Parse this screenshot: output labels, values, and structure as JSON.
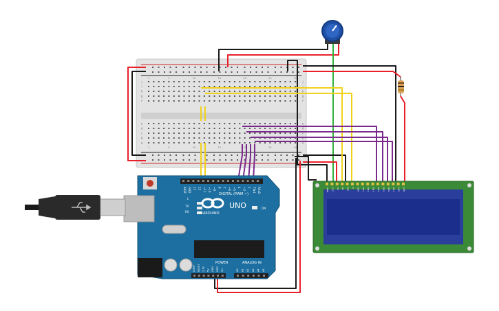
{
  "colors": {
    "background": "#ffffff",
    "breadboard": "#e3e3e3",
    "breadboard_dark": "#cfcfcf",
    "rail_red": "#d32626",
    "rail_black": "#222222",
    "arduino_blue": "#1c6fa0",
    "arduino_text": "#ffffff",
    "lcd_pcb": "#3b8a37",
    "lcd_screen": "#1b2e8c",
    "wire_red": "#e8202a",
    "wire_black": "#1a1a1a",
    "wire_yellow": "#f0d21a",
    "wire_green": "#2fb23a",
    "wire_purple": "#7a2a8c",
    "pot_blue": "#1f4fa6"
  },
  "breadboard": {
    "column_labels_top": [
      "1",
      "",
      "",
      "",
      "5",
      "",
      "",
      "",
      "",
      "10",
      "",
      "",
      "",
      "",
      "15",
      "",
      "",
      "",
      "",
      "20",
      "",
      "",
      "",
      "",
      "25",
      "",
      "",
      "",
      "",
      "30"
    ],
    "row_labels_upper": [
      "j",
      "i",
      "h",
      "g",
      "f"
    ],
    "row_labels_lower": [
      "e",
      "d",
      "c",
      "b",
      "a"
    ]
  },
  "arduino": {
    "brand": "ARDUINO",
    "model": "UNO",
    "on_label": "ON",
    "header_digital_label": "DIGITAL (PWM ~)",
    "header_power_label": "POWER",
    "header_analog_label": "ANALOG IN",
    "led_labels": [
      "L",
      "TX",
      "RX"
    ],
    "digital_pin_labels": [
      "AREF",
      "GND",
      "13",
      "12",
      "~11",
      "~10",
      "~9",
      "8",
      "7",
      "~6",
      "~5",
      "4",
      "~3",
      "2",
      "TX▸1",
      "RX◂0"
    ],
    "power_pin_labels": [
      "IOREF",
      "RESET",
      "3.3V",
      "5V",
      "GND",
      "GND",
      "Vin"
    ],
    "analog_pin_labels": [
      "A0",
      "A1",
      "A2",
      "A3",
      "A4",
      "A5"
    ]
  },
  "lcd": {
    "pin_labels": [
      "GND",
      "VCC",
      "V0",
      "RS",
      "RW",
      "E",
      "DB0",
      "DB1",
      "DB2",
      "DB3",
      "DB4",
      "DB5",
      "DB6",
      "DB7",
      "LED",
      "LED"
    ]
  },
  "icons": {
    "usb": "usb-icon",
    "infinity_logo": "arduino-infinity-logo-icon",
    "potentiometer": "potentiometer-icon",
    "resistor": "resistor-icon"
  }
}
